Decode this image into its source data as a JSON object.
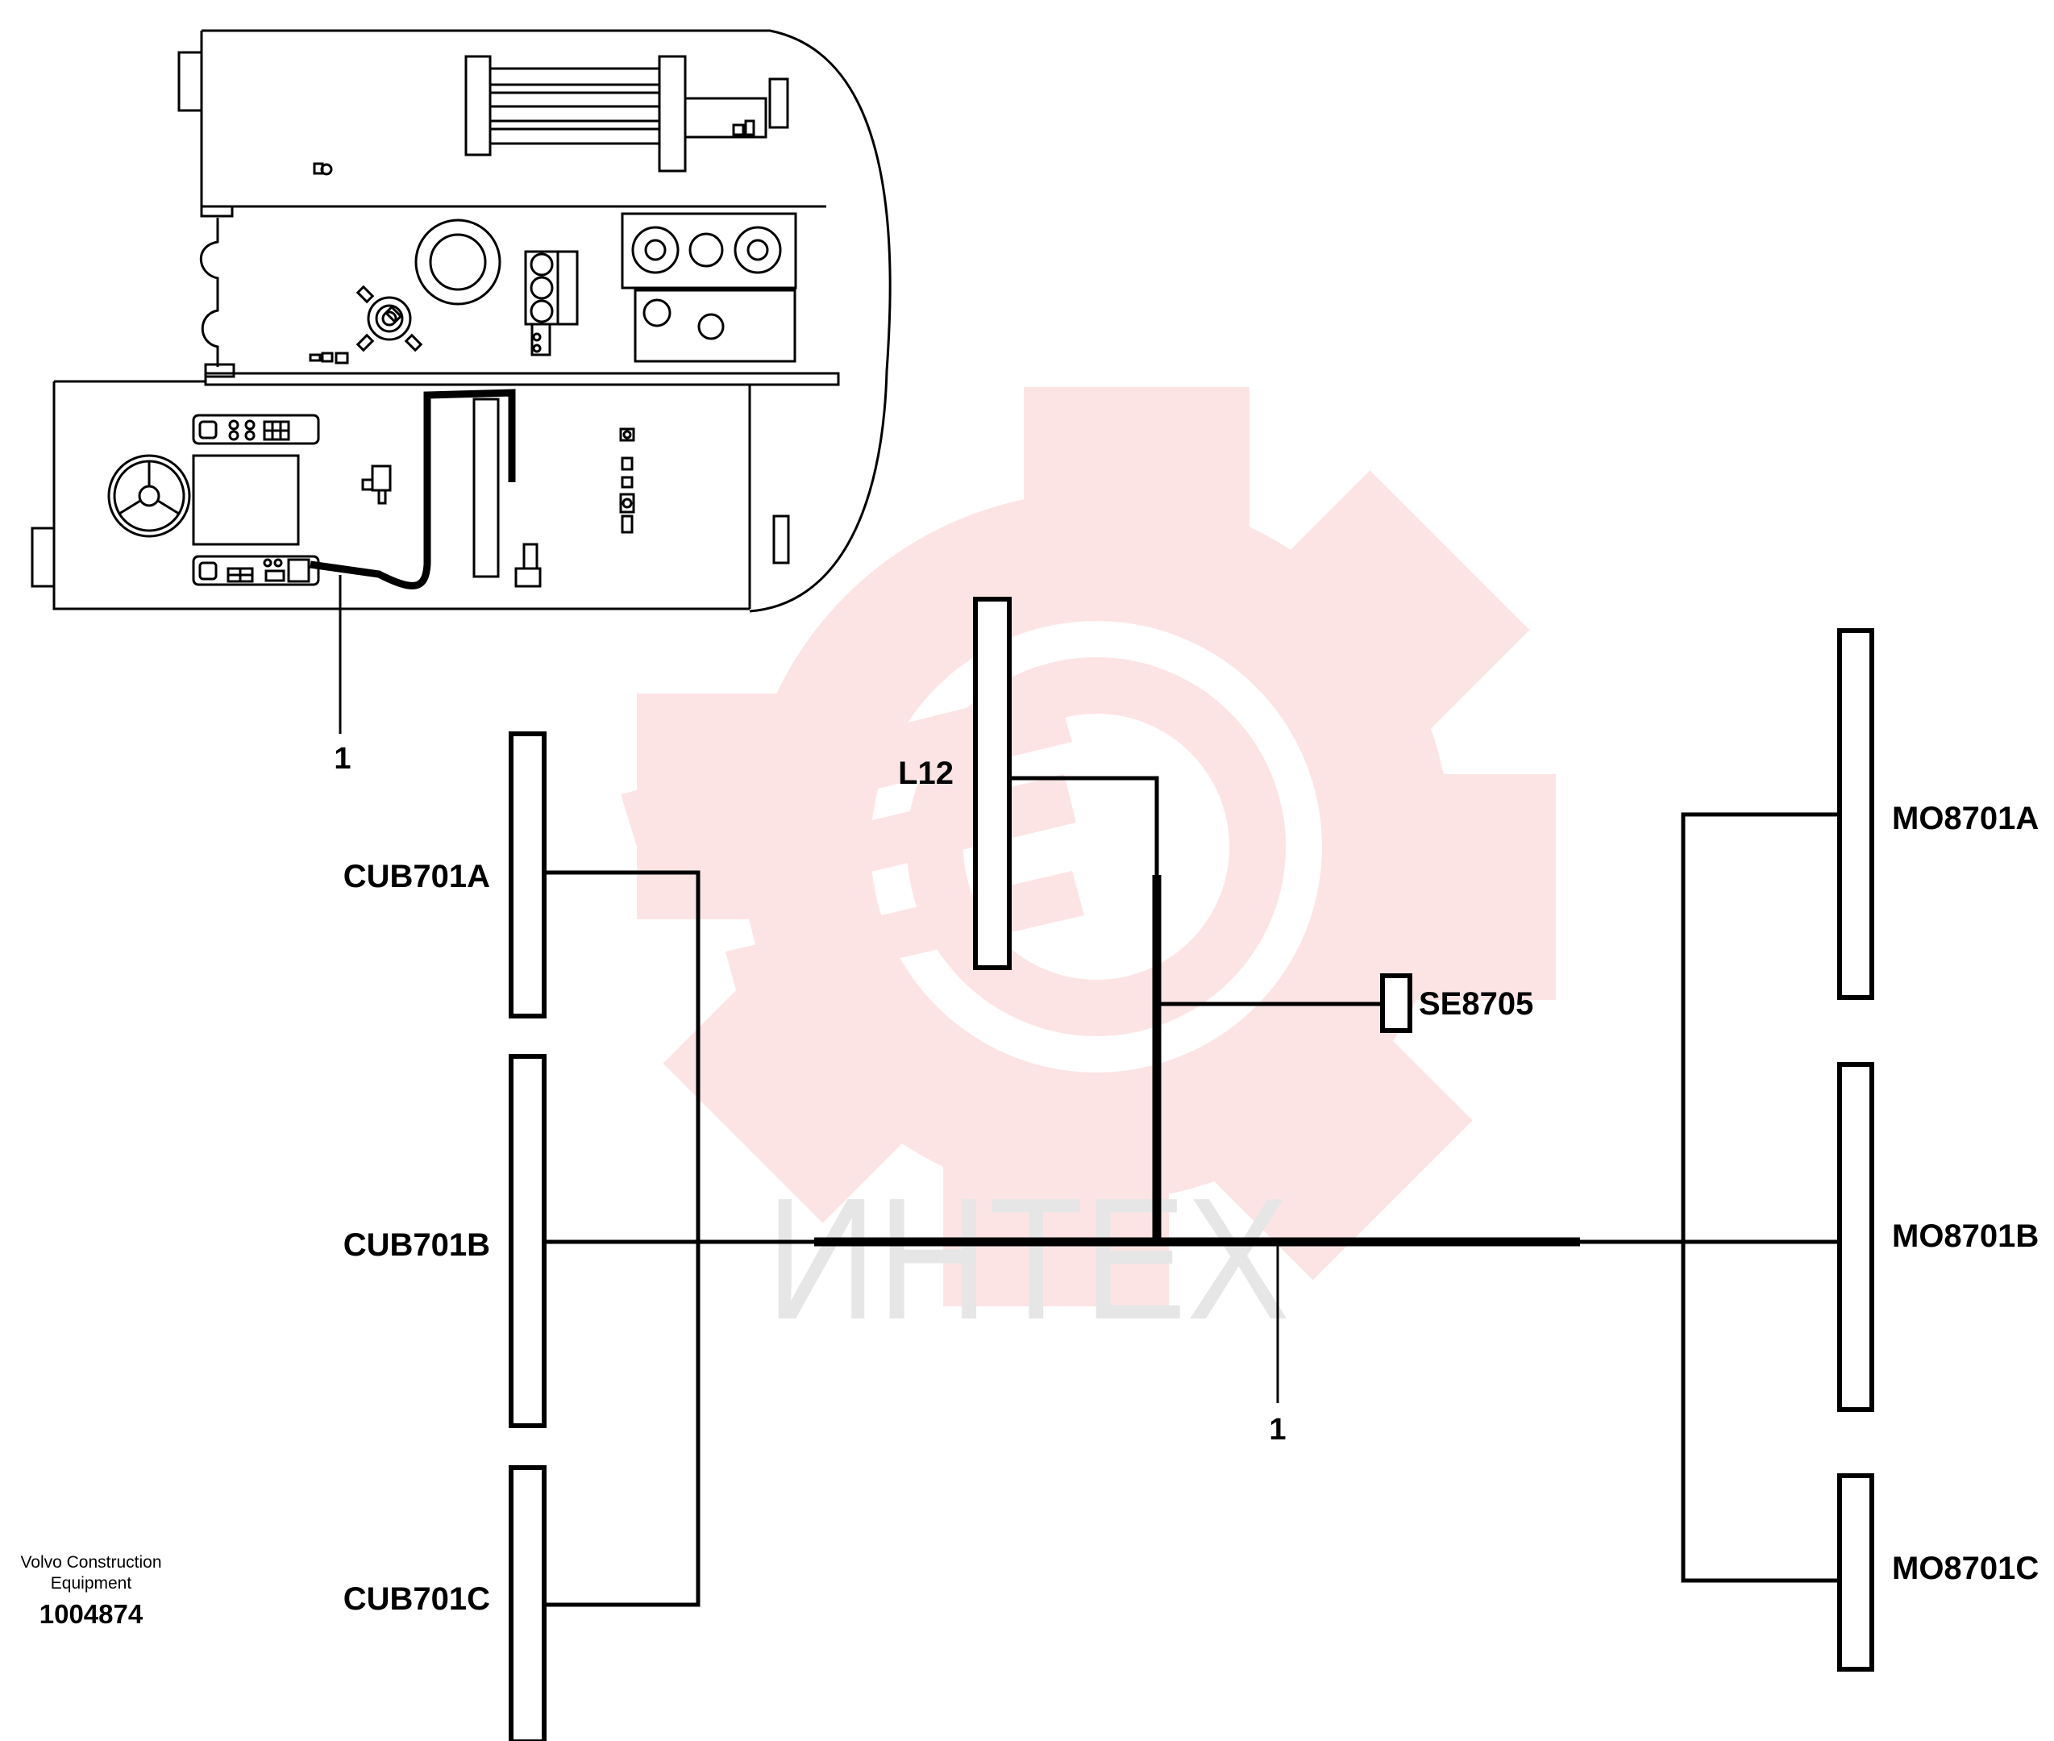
{
  "watermark": {
    "text": "ИНТЕХ",
    "gear_color": "#fde4e4",
    "text_color": "#e6e6e6"
  },
  "callouts": {
    "top": "1",
    "bottom": "1"
  },
  "connectors": {
    "cub701a": "CUB701A",
    "cub701b": "CUB701B",
    "cub701c": "CUB701C",
    "l12": "L12",
    "se8705": "SE8705",
    "mo8701a": "MO8701A",
    "mo8701b": "MO8701B",
    "mo8701c": "MO8701C"
  },
  "footer": {
    "company_line1": "Volvo Construction",
    "company_line2": "Equipment",
    "doc_number": "1004874"
  }
}
